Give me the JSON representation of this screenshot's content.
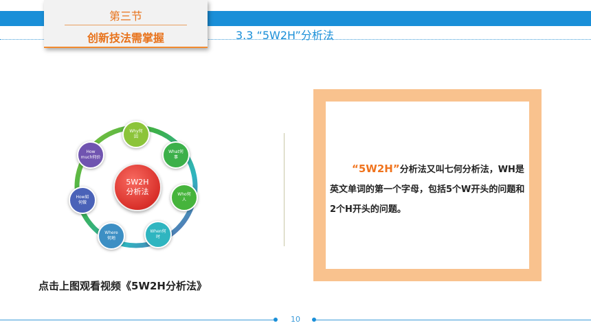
{
  "header": {
    "section_number": "第三节",
    "section_title": "创新技法需掌握",
    "subtitle": "3.3 “5W2H”分析法"
  },
  "diagram": {
    "center": {
      "line1": "5W2H",
      "line2": "分析法"
    },
    "nodes": [
      {
        "line1": "Why何",
        "line2": "因",
        "color": "#8cc43a"
      },
      {
        "line1": "What何",
        "line2": "事",
        "color": "#3cb04a"
      },
      {
        "line1": "Who何",
        "line2": "人",
        "color": "#46b43c"
      },
      {
        "line1": "When何",
        "line2": "时",
        "color": "#2fb5c0"
      },
      {
        "line1": "Where",
        "line2": "何地",
        "color": "#3d8fc4"
      },
      {
        "line1": "How如",
        "line2": "何做",
        "color": "#4a62b8"
      },
      {
        "line1": "How",
        "line2": "much何价",
        "color": "#7054b0"
      }
    ]
  },
  "caption": "点击上图观看视频《5W2H分析法》",
  "description": {
    "highlight": "“5W2H”",
    "text": "分析法又叫七何分析法，WH是英文单词的第一个字母，包括5个W开头的问题和2个H开头的问题。"
  },
  "footer": {
    "page_number": "10"
  },
  "colors": {
    "accent_blue": "#1a8fd8",
    "accent_orange": "#e8731c",
    "frame_peach": "#f9c28e"
  }
}
